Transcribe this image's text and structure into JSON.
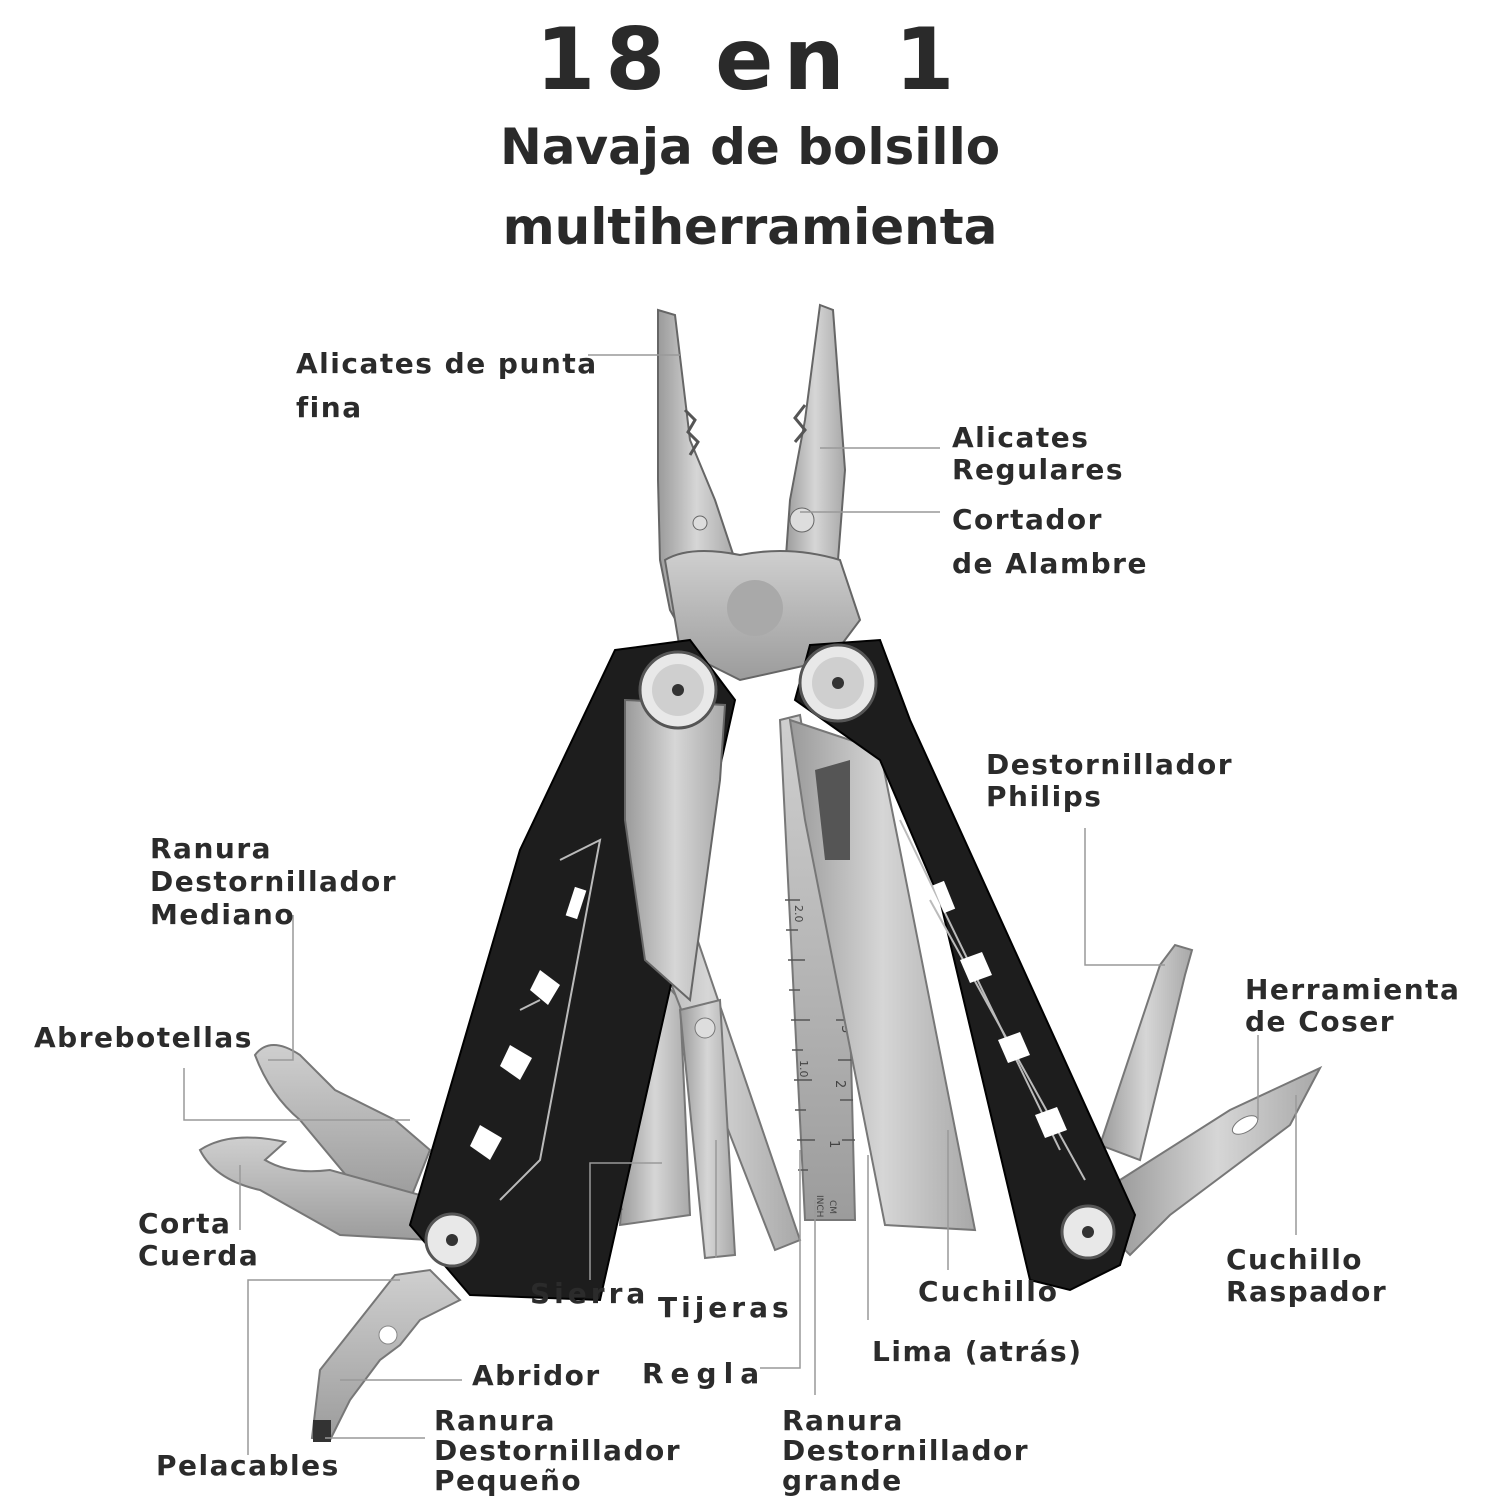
{
  "title": {
    "main": "18 en 1",
    "line1": "Navaja de bolsillo",
    "line2": "multiherramienta"
  },
  "labels": {
    "alicates_punta_fina": [
      "Alicates de punta",
      "fina"
    ],
    "alicates_regulares": [
      "Alicates",
      "Regulares"
    ],
    "cortador_alambre": [
      "Cortador",
      "de Alambre"
    ],
    "destornillador_philips": [
      "Destornillador",
      "Philips"
    ],
    "ranura_mediano": [
      "Ranura",
      "Destornillador",
      "Mediano"
    ],
    "abrebotellas": [
      "Abrebotellas"
    ],
    "herramienta_coser": [
      "Herramienta",
      "de Coser"
    ],
    "corta_cuerda": [
      "Corta",
      "Cuerda"
    ],
    "sierra": [
      "Sierra"
    ],
    "tijeras": [
      "Tijeras"
    ],
    "cuchillo": [
      "Cuchillo"
    ],
    "cuchillo_raspador": [
      "Cuchillo",
      "Raspador"
    ],
    "lima": [
      "Lima (atrás)"
    ],
    "regla": [
      "Regla"
    ],
    "abridor": [
      "Abridor"
    ],
    "ranura_pequeno": [
      "Ranura",
      "Destornillador",
      "Pequeño"
    ],
    "ranura_grande": [
      "Ranura",
      "Destornillador",
      "grande"
    ],
    "pelacables": [
      "Pelacables"
    ]
  },
  "ruler_marks": [
    "2.0",
    "3",
    "1.0",
    "2",
    "1",
    "INCH",
    "CM"
  ],
  "colors": {
    "text": "#2b2b2b",
    "steel": "#bfbfbf",
    "steel_dark": "#8c8c8c",
    "handle": "#1a1a1a",
    "leader": "#9a9a9a"
  }
}
